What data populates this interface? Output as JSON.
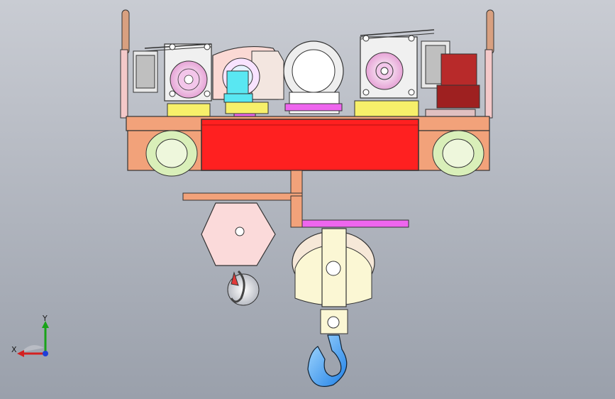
{
  "viewport": {
    "background_top": "#c9ccd3",
    "background_bottom": "#9aa0ab"
  },
  "model": {
    "parts": [
      "left-brake-assembly",
      "gearbox-housing",
      "right-brake-assembly",
      "drive-motor",
      "travel-frame",
      "left-wheel",
      "right-wheel",
      "cable-drum-body",
      "upper-pulley-block",
      "lower-hook-block",
      "auxiliary-hook",
      "main-hook"
    ],
    "colors": {
      "drum": "#ff2020",
      "frame": "#f2a27a",
      "wheel": "#d9efb9",
      "motor": "#b82a2a",
      "bracket_yellow": "#f7f06a",
      "cyan_block": "#59e7f2",
      "magenta_part": "#ee66ee",
      "hook_main": "#2f9bff",
      "hook_aux": "#8a8a8a",
      "pulley_pink": "#f8d8d2",
      "block_cream": "#fbf7d4"
    }
  },
  "triad": {
    "x_label": "X",
    "y_label": "Y",
    "x_color": "#d42020",
    "y_color": "#19a319",
    "z_color": "#1f3fd8"
  }
}
